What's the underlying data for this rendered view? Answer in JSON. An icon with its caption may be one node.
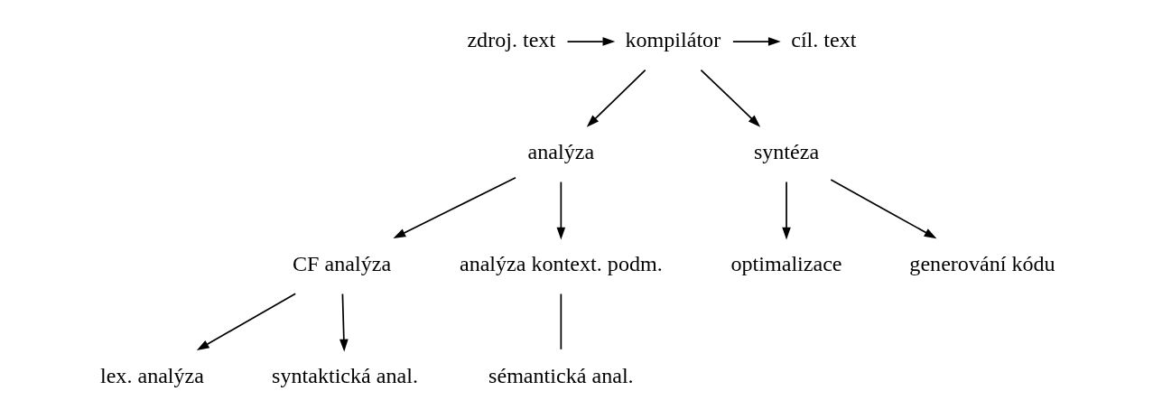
{
  "diagram": {
    "nodes": [
      {
        "text": [
          "zdroj. text"
        ]
      },
      {
        "text": [
          "kompilátor"
        ]
      },
      {
        "text": [
          "cíl. text"
        ]
      },
      {
        "text": [
          "analýza"
        ]
      },
      {
        "text": [
          "syntéza"
        ]
      },
      {
        "text": [
          "CF analýza"
        ]
      },
      {
        "text": [
          "analýza kontext. podm."
        ]
      },
      {
        "text": [
          "sémantická anal."
        ]
      },
      {
        "text": [
          "optimalizace"
        ]
      },
      {
        "text": [
          "generování kódu"
        ]
      },
      {
        "text": [
          "lex. analýza"
        ]
      },
      {
        "text": [
          "syntaktická anal."
        ]
      }
    ],
    "edges": [
      {
        "from": 0,
        "to": 1,
        "arrow": "to"
      },
      {
        "from": 1,
        "to": 2,
        "arrow": "to"
      },
      {
        "from": 1,
        "to": 3,
        "arrow": "to"
      },
      {
        "from": 1,
        "to": 4,
        "arrow": "to"
      },
      {
        "from": 3,
        "to": 5,
        "arrow": "to"
      },
      {
        "from": 3,
        "to": 6,
        "arrow": "to"
      },
      {
        "from": 5,
        "to": 10,
        "arrow": "to"
      },
      {
        "from": 5,
        "to": 11,
        "arrow": "to"
      },
      {
        "from": 6,
        "to": 7,
        "arrow": "none"
      },
      {
        "from": 4,
        "to": 8,
        "arrow": "to"
      },
      {
        "from": 4,
        "to": 9,
        "arrow": "to"
      }
    ]
  }
}
